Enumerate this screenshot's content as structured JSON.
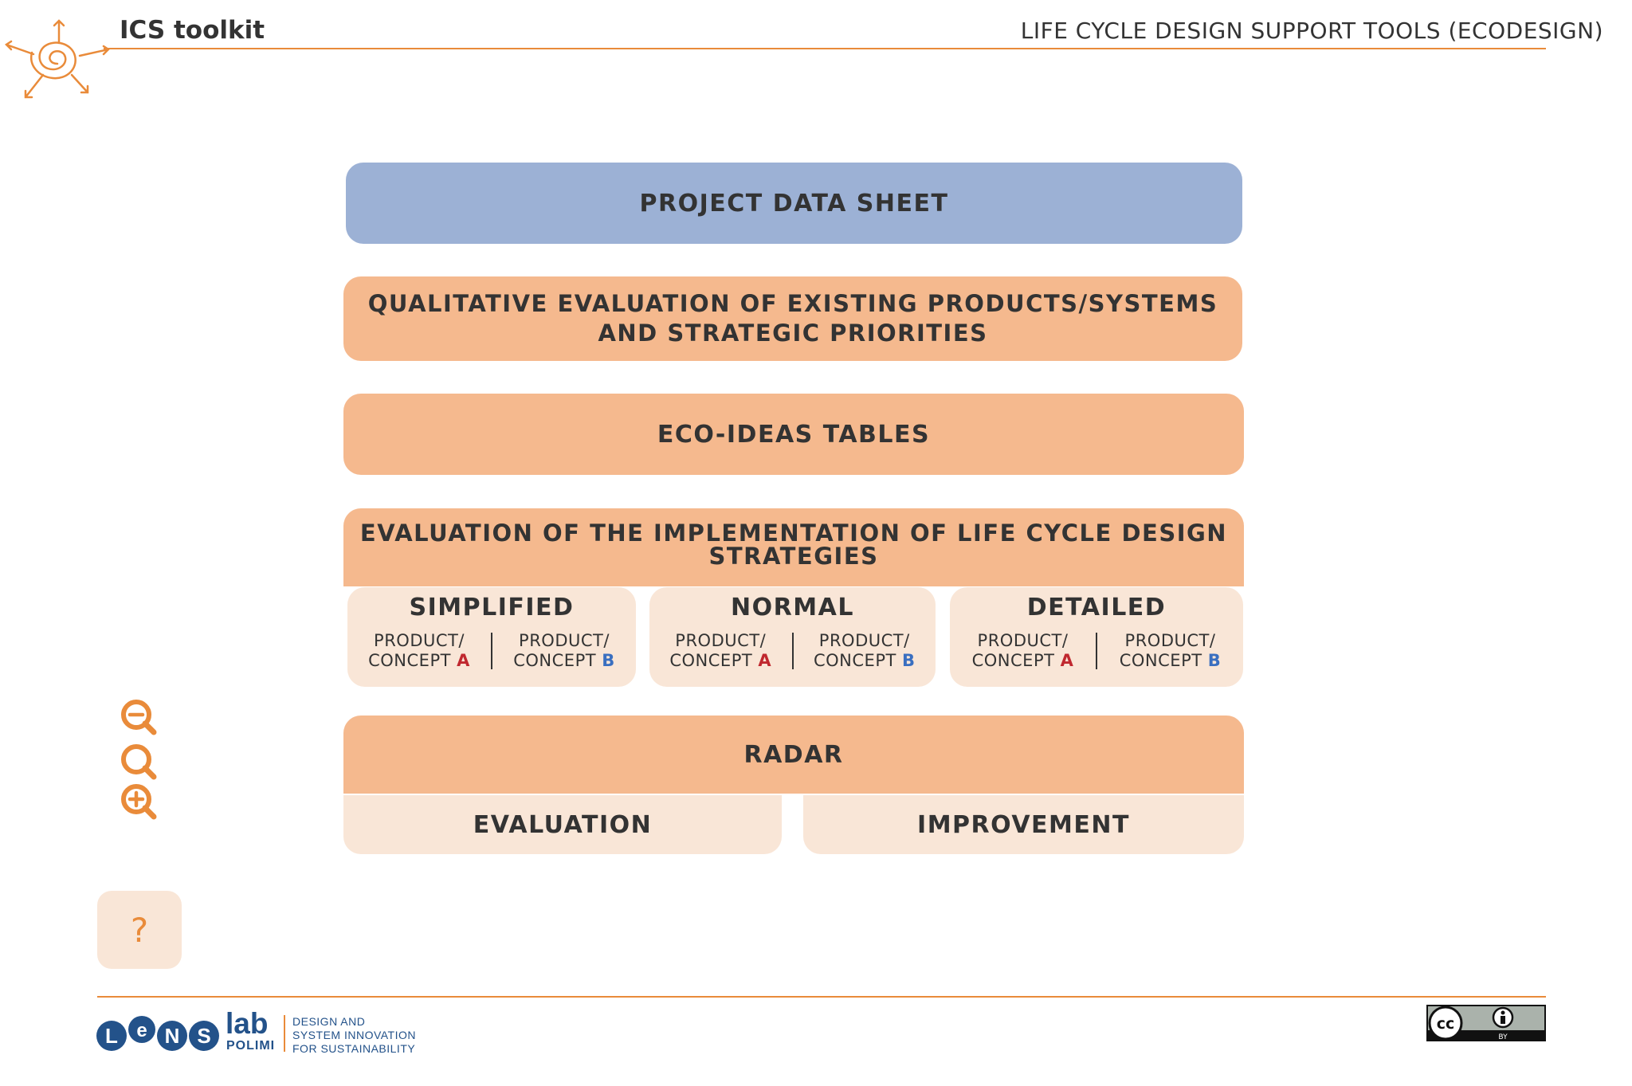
{
  "header": {
    "app_title": "ICS toolkit",
    "page_subtitle": "LIFE CYCLE DESIGN SUPPORT TOOLS (ECODESIGN)"
  },
  "blocks": {
    "project_data_sheet": "PROJECT DATA SHEET",
    "qualitative_line1": "QUALITATIVE EVALUATION OF EXISTING PRODUCTS/SYSTEMS",
    "qualitative_line2": "AND STRATEGIC PRIORITIES",
    "eco_ideas": "ECO-IDEAS TABLES",
    "evaluation_line1": "EVALUATION OF THE IMPLEMENTATION OF LIFE CYCLE DESIGN",
    "evaluation_line2": "STRATEGIES"
  },
  "levels": [
    {
      "title": "SIMPLIFIED",
      "concepts": [
        {
          "line1": "PRODUCT/",
          "line2": "CONCEPT",
          "letter": "A"
        },
        {
          "line1": "PRODUCT/",
          "line2": "CONCEPT",
          "letter": "B"
        }
      ]
    },
    {
      "title": "NORMAL",
      "concepts": [
        {
          "line1": "PRODUCT/",
          "line2": "CONCEPT",
          "letter": "A"
        },
        {
          "line1": "PRODUCT/",
          "line2": "CONCEPT",
          "letter": "B"
        }
      ]
    },
    {
      "title": "DETAILED",
      "concepts": [
        {
          "line1": "PRODUCT/",
          "line2": "CONCEPT",
          "letter": "A"
        },
        {
          "line1": "PRODUCT/",
          "line2": "CONCEPT",
          "letter": "B"
        }
      ]
    }
  ],
  "radar": {
    "title": "RADAR",
    "evaluation": "EVALUATION",
    "improvement": "IMPROVEMENT"
  },
  "controls": {
    "zoom_out_icon": "zoom-out-icon",
    "zoom_fit_icon": "magnifier-icon",
    "zoom_in_icon": "zoom-in-icon",
    "help": "?"
  },
  "footer": {
    "lens_letters": [
      "L",
      "e",
      "N",
      "S"
    ],
    "lab": "lab",
    "polimi": "POLIMI",
    "desc_line1": "DESIGN AND",
    "desc_line2": "SYSTEM INNOVATION",
    "desc_line3": "FOR SUSTAINABILITY",
    "cc_label": "BY"
  },
  "colors": {
    "accent": "#E98B3A",
    "blue_block": "#9CB1D5",
    "orange_block": "#F5B98E",
    "light_block": "#F9E6D7",
    "concept_a": "#C0282F",
    "concept_b": "#3A6FC0",
    "brand_blue": "#23528A"
  }
}
